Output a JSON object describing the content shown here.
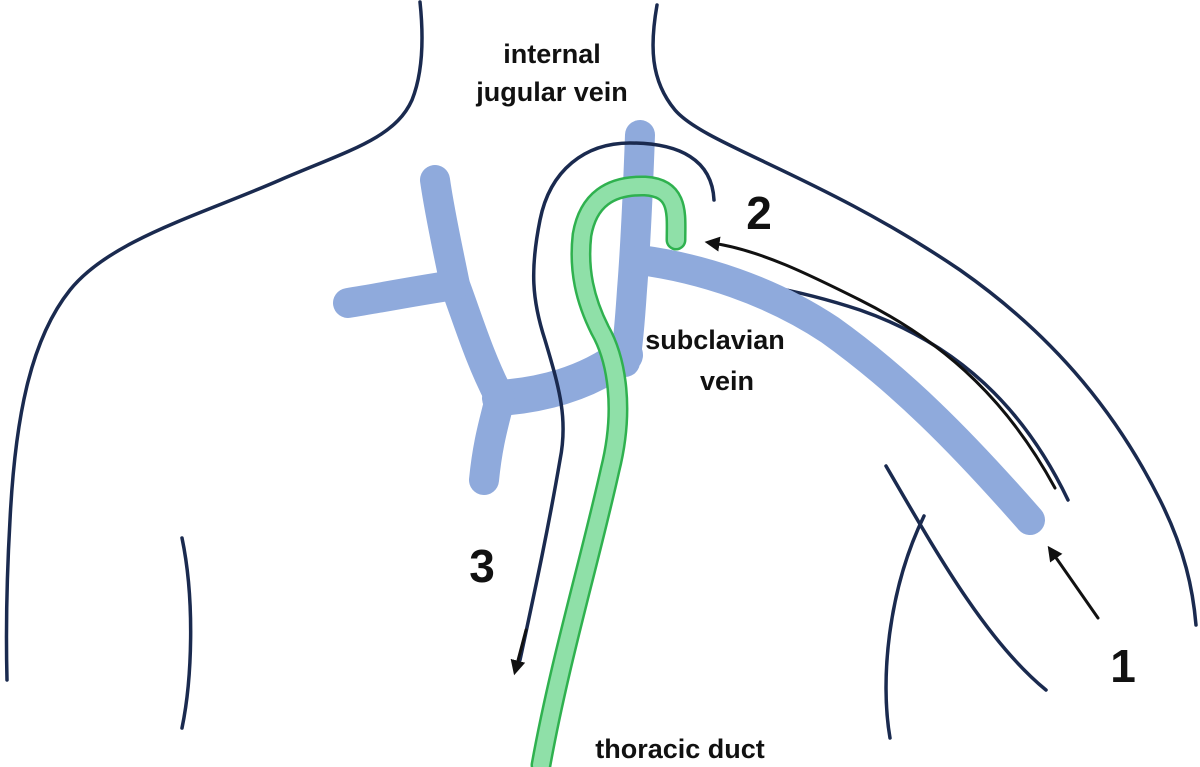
{
  "labels": {
    "internal_jugular_line1": "internal",
    "internal_jugular_line2": "jugular vein",
    "subclavian_line1": "subclavian",
    "subclavian_line2": "vein",
    "thoracic_duct": "thoracic duct"
  },
  "steps": [
    "1",
    "2",
    "3"
  ],
  "colors": {
    "outline": "#1a2a4f",
    "vein": "#8faadc",
    "duct_fill": "#8fe0a8",
    "duct_stroke": "#2fb14f",
    "arrow": "#111111"
  }
}
